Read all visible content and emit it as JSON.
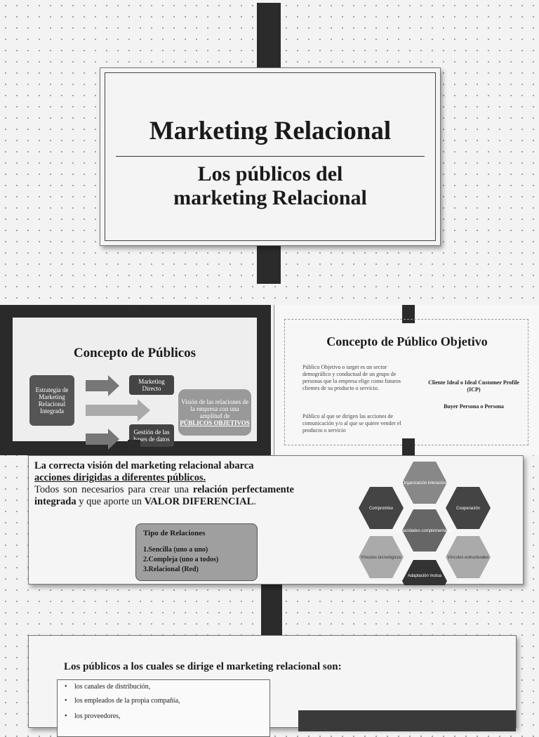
{
  "title_slide": {
    "title": "Marketing Relacional",
    "subtitle_line1": "Los públicos del",
    "subtitle_line2": "marketing Relacional"
  },
  "slide_publicos": {
    "title": "Concepto de Públicos",
    "box_left": "Estrategia de Marketing Relacional Integrada",
    "box_top": "Marketing Directo",
    "box_bottom": "Gestión de las bases de datos",
    "box_right": "Visión de las relaciones de la empresa con una amplitud de",
    "box_right_emphasis": "PÚBLICOS OBJETIVOS"
  },
  "slide_objetivo": {
    "title": "Concepto de Público Objetivo",
    "bullet1": "Público Objetivo o target es un sector demográfico y conductual de un grupo de personas que la empresa elige como futuros clientes de su producto o servicio.",
    "bullet2": "Público al que se dirigen las acciones de comunicación y/o al que se quiere vender el producto o servicio",
    "right1": "Cliente Ideal o Ideal Customer Profile (ICP)",
    "right2": "Buyer Persona o Persona"
  },
  "slide_relaciones": {
    "p1": "La correcta visión del marketing relacional abarca",
    "p1_underline": "acciones dirigidas a diferentes públicos.",
    "p2_a": "Todos son necesarios para crear una ",
    "p2_b": "relación perfectamente integrada",
    "p2_c": " y que aporte un ",
    "p2_d": "VALOR DIFERENCIAL",
    "p2_e": ".",
    "tipo_title": "Tipo de Relaciones",
    "tipo_1": "1.Sencilla (uno a uno)",
    "tipo_2": "2.Compleja (uno a todos)",
    "tipo_3": "3.Relacional (Red)",
    "hex_top": "Organización interactiva",
    "hex_left": "Compromiso",
    "hex_right": "Cooperación",
    "hex_center": "Capacidades complementarias",
    "hex_bottom_left": "Vínculos tecnológicos",
    "hex_bottom_right": "Vínculos estructurales",
    "hex_bottom": "Adaptación mutua"
  },
  "slide_publicos_lista": {
    "lead": "Los públicos a los cuales se dirige el marketing relacional son:",
    "items": [
      "los canales de distribución,",
      "los empleados de la propia compañía,",
      "los proveedores,"
    ]
  }
}
